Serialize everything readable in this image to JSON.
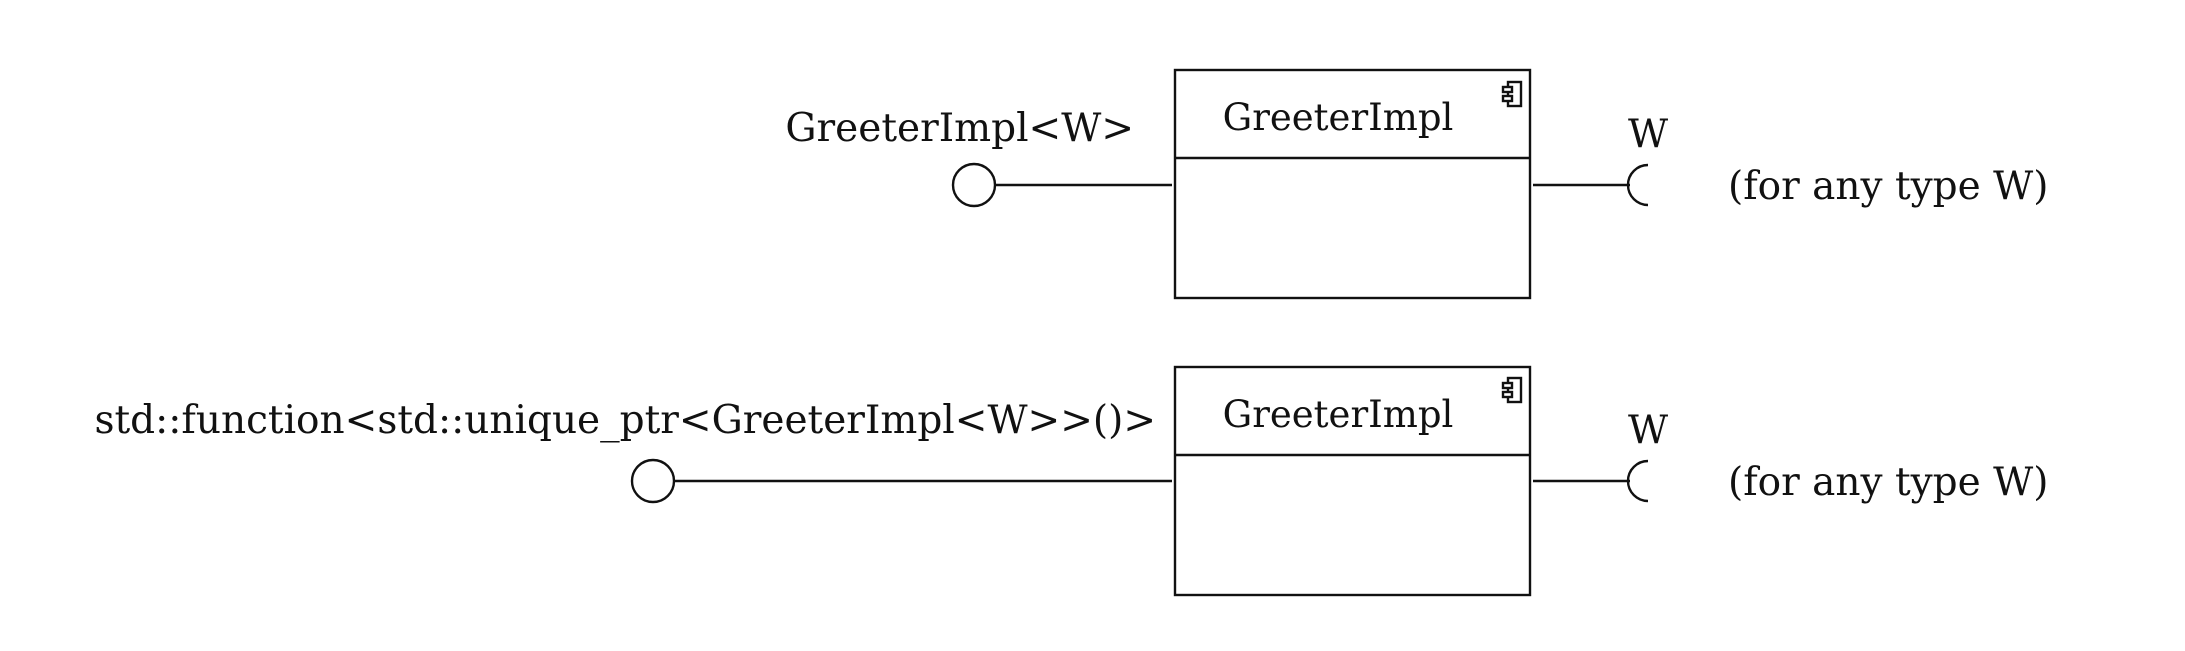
{
  "rows": [
    {
      "provided_interface_label": "GreeterImpl<W>",
      "component_name": "GreeterImpl",
      "required_interface_label": "W",
      "note": "(for any type W)",
      "component_icon": "component-icon"
    },
    {
      "provided_interface_label": "std::function<std::unique_ptr<GreeterImpl<W>>()>",
      "component_name": "GreeterImpl",
      "required_interface_label": "W",
      "note": "(for any type W)",
      "component_icon": "component-icon"
    }
  ]
}
